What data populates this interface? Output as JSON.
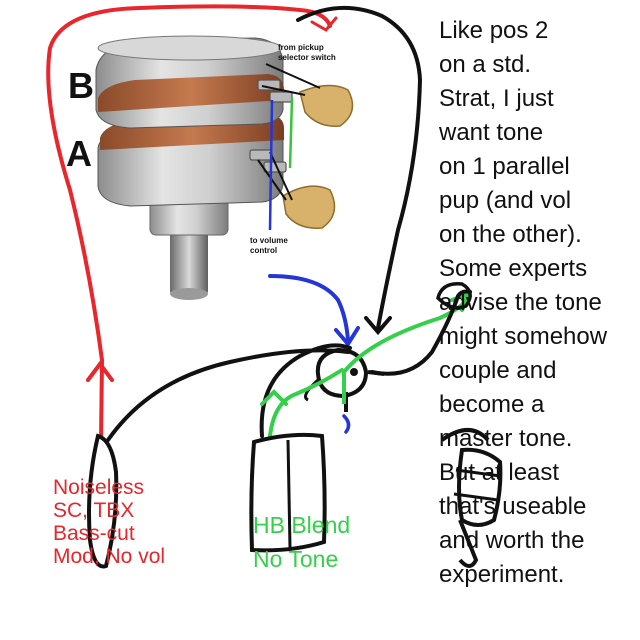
{
  "pot": {
    "label_b": "B",
    "label_a": "A",
    "callout_top": [
      "from pickup",
      "selector switch"
    ],
    "callout_bottom": [
      "to volume",
      "control"
    ]
  },
  "note": {
    "lines": [
      "Like pos 2",
      "on a std.",
      "Strat, I just",
      "want tone",
      "on 1 parallel",
      "pup (and vol",
      "on the other).",
      "Some experts",
      "advise the tone",
      "might somehow",
      "couple and",
      "become a",
      "master tone.",
      "But at least",
      "that's useable",
      "and worth the",
      "experiment."
    ]
  },
  "single_coil_label": {
    "lines": [
      "Noiseless",
      "SC, TBX",
      "Bass-cut",
      "Mod, No vol"
    ]
  },
  "humbucker_label": {
    "lines": [
      "HB Blend",
      "No Tone"
    ]
  },
  "colors": {
    "red_wire": "#e8262b",
    "green_wire": "#34d04a",
    "blue_wire": "#2536d6",
    "black_wire": "#111111"
  }
}
